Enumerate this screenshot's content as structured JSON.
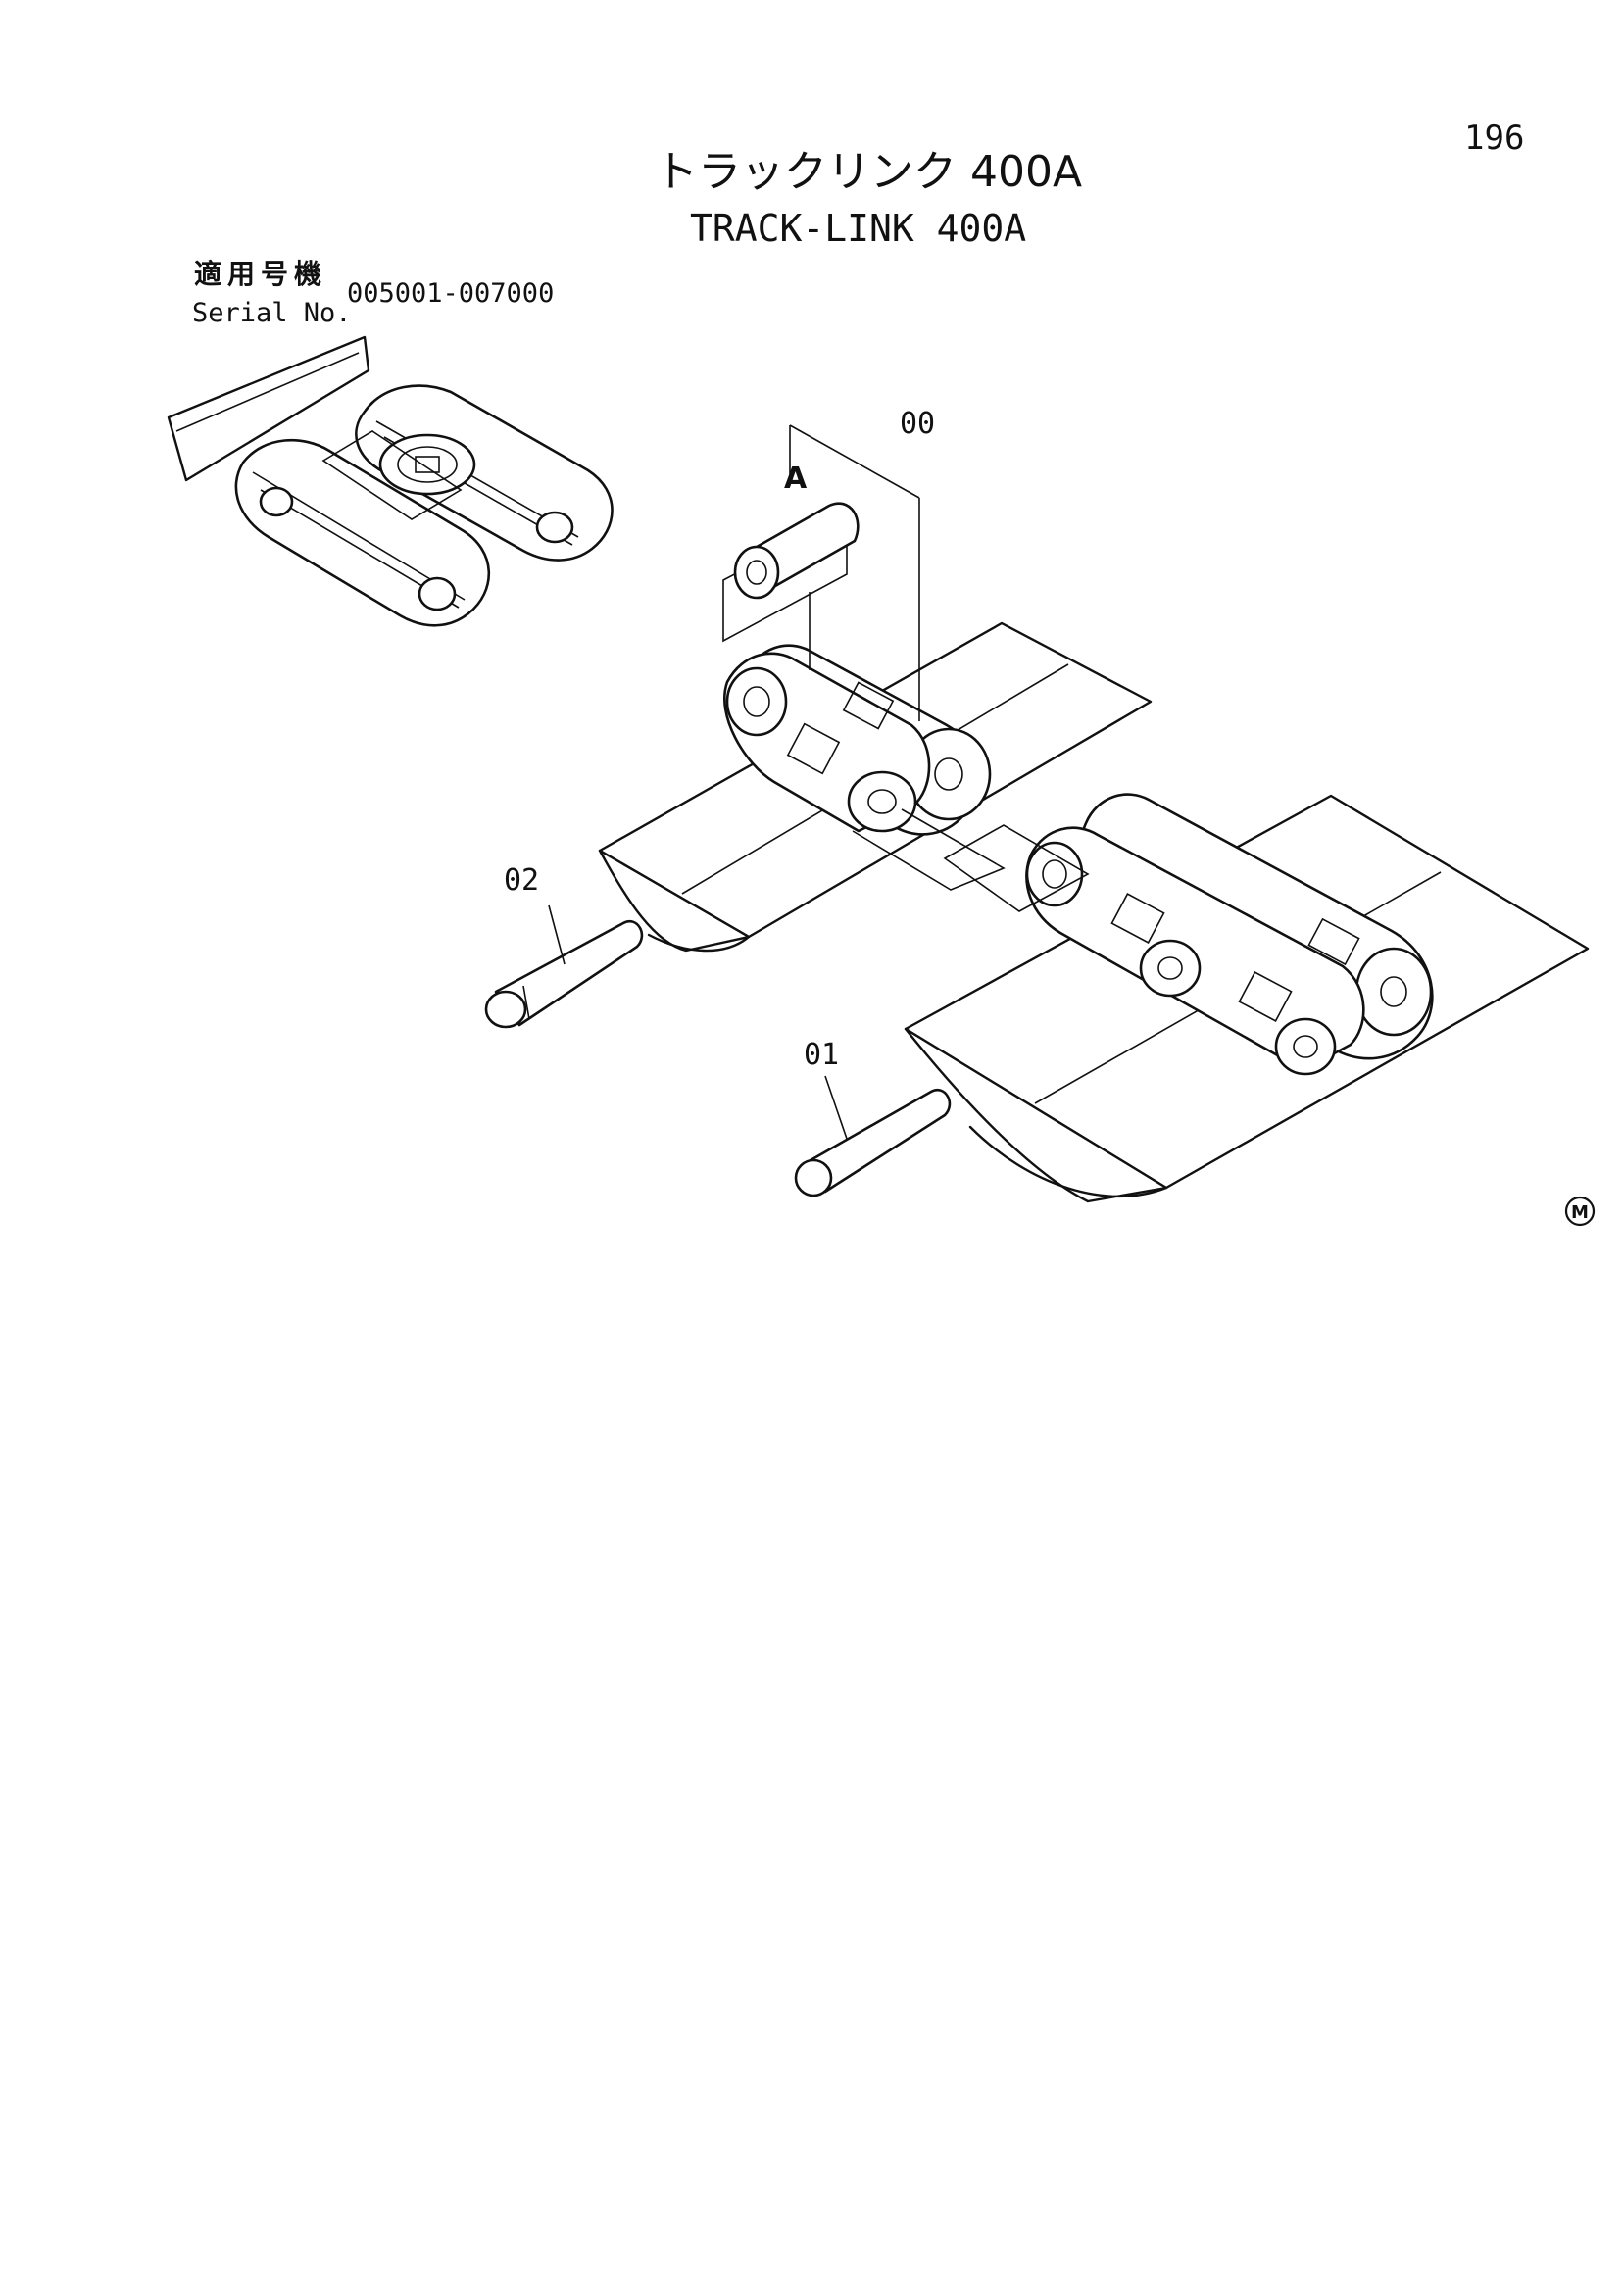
{
  "page": {
    "number": "196"
  },
  "title": {
    "japanese": "トラックリンク 400A",
    "english": "TRACK-LINK 400A"
  },
  "serial": {
    "label_jp": "適用号機",
    "label_en": "Serial No.",
    "range": "005001-007000"
  },
  "callouts": {
    "assembly": "00",
    "pin_01": "01",
    "pin_02": "02",
    "bushing": "A"
  },
  "mark": {
    "symbol": "M"
  }
}
